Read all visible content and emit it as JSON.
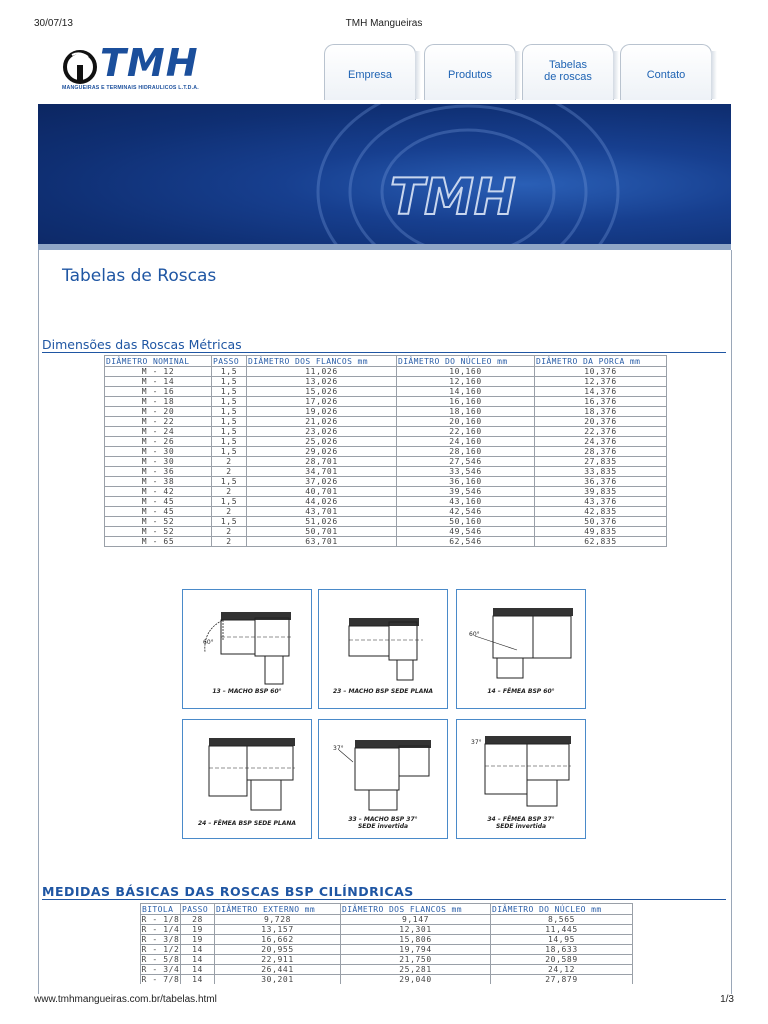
{
  "print": {
    "date": "30/07/13",
    "title": "TMH Mangueiras",
    "url": "www.tmhmangueiras.com.br/tabelas.html",
    "page": "1/3"
  },
  "logo": {
    "text": "TMH",
    "subtitle": "MANGUEIRAS E TERMINAIS HIDRAULICOS L.T.D.A."
  },
  "nav": [
    {
      "label": "Empresa"
    },
    {
      "label": "Produtos"
    },
    {
      "label": "Tabelas\nde roscas"
    },
    {
      "label": "Contato"
    }
  ],
  "banner": {
    "logo_text": "TMH"
  },
  "page_heading": "Tabelas de Roscas",
  "metric": {
    "title": "Dimensões das Roscas Métricas",
    "headers": [
      "DIÂMETRO NOMINAL",
      "PASSO",
      "DIÂMETRO DOS FLANCOS mm",
      "DIÂMETRO DO NÚCLEO mm",
      "DIÂMETRO DA PORCA mm"
    ],
    "rows": [
      [
        "M - 12",
        "1,5",
        "11,026",
        "10,160",
        "10,376"
      ],
      [
        "M - 14",
        "1,5",
        "13,026",
        "12,160",
        "12,376"
      ],
      [
        "M - 16",
        "1,5",
        "15,026",
        "14,160",
        "14,376"
      ],
      [
        "M - 18",
        "1,5",
        "17,026",
        "16,160",
        "16,376"
      ],
      [
        "M - 20",
        "1,5",
        "19,026",
        "18,160",
        "18,376"
      ],
      [
        "M - 22",
        "1,5",
        "21,026",
        "20,160",
        "20,376"
      ],
      [
        "M - 24",
        "1,5",
        "23,026",
        "22,160",
        "22,376"
      ],
      [
        "M - 26",
        "1,5",
        "25,026",
        "24,160",
        "24,376"
      ],
      [
        "M - 30",
        "1,5",
        "29,026",
        "28,160",
        "28,376"
      ],
      [
        "M - 30",
        "2",
        "28,701",
        "27,546",
        "27,835"
      ],
      [
        "M - 36",
        "2",
        "34,701",
        "33,546",
        "33,835"
      ],
      [
        "M - 38",
        "1,5",
        "37,026",
        "36,160",
        "36,376"
      ],
      [
        "M - 42",
        "2",
        "40,701",
        "39,546",
        "39,835"
      ],
      [
        "M - 45",
        "1,5",
        "44,026",
        "43,160",
        "43,376"
      ],
      [
        "M - 45",
        "2",
        "43,701",
        "42,546",
        "42,835"
      ],
      [
        "M - 52",
        "1,5",
        "51,026",
        "50,160",
        "50,376"
      ],
      [
        "M - 52",
        "2",
        "50,701",
        "49,546",
        "49,835"
      ],
      [
        "M - 65",
        "2",
        "63,701",
        "62,546",
        "62,835"
      ]
    ]
  },
  "figures": [
    {
      "caption": "13 – MACHO BSP 60°",
      "angle": "60°"
    },
    {
      "caption": "23 – MACHO BSP SEDE PLANA"
    },
    {
      "caption": "14 – FÊMEA BSP 60°",
      "angle": "60°"
    },
    {
      "caption": "24 – FÊMEA BSP SEDE PLANA"
    },
    {
      "caption": "33 – MACHO BSP 37°\nSEDE invertida",
      "angle": "37°"
    },
    {
      "caption": "34 – FÊMEA BSP 37°\nSEDE invertida",
      "angle": "37°"
    }
  ],
  "bsp": {
    "title": "MEDIDAS BÁSICAS DAS ROSCAS BSP CILÍNDRICAS",
    "headers": [
      "BITOLA",
      "PASSO",
      "DIÂMETRO EXTERNO mm",
      "DIÂMETRO DOS FLANCOS mm",
      "DIÂMETRO DO NÚCLEO mm"
    ],
    "rows": [
      [
        "R - 1/8",
        "28",
        "9,728",
        "9,147",
        "8,565"
      ],
      [
        "R - 1/4",
        "19",
        "13,157",
        "12,301",
        "11,445"
      ],
      [
        "R - 3/8",
        "19",
        "16,662",
        "15,806",
        "14,95"
      ],
      [
        "R - 1/2",
        "14",
        "20,955",
        "19,794",
        "18,633"
      ],
      [
        "R - 5/8",
        "14",
        "22,911",
        "21,750",
        "20,589"
      ],
      [
        "R - 3/4",
        "14",
        "26,441",
        "25,281",
        "24,12"
      ],
      [
        "R - 7/8",
        "14",
        "30,201",
        "29,040",
        "27,879"
      ]
    ]
  }
}
